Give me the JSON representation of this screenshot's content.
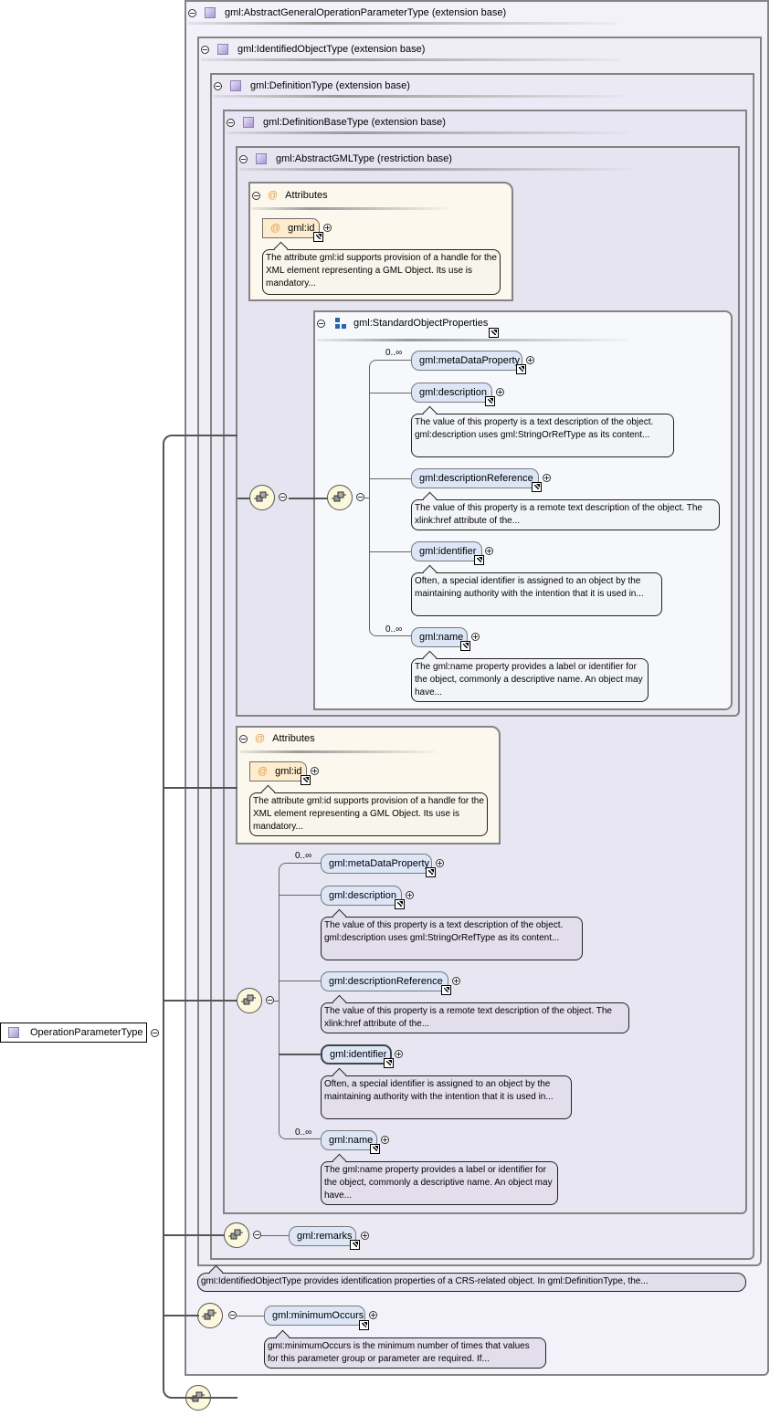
{
  "root": {
    "label": "OperationParameterType"
  },
  "frames": [
    {
      "label": "gml:AbstractGeneralOperationParameterType (extension base)"
    },
    {
      "label": "gml:IdentifiedObjectType (extension base)"
    },
    {
      "label": "gml:DefinitionType (extension base)"
    },
    {
      "label": "gml:DefinitionBaseType (extension base)"
    },
    {
      "label": "gml:AbstractGMLType (restriction base)"
    }
  ],
  "attributes_inner": {
    "title": "Attributes",
    "attr": "gml:id",
    "note": "The attribute gml:id supports provision of a handle for the XML element representing a GML Object. Its use is mandatory..."
  },
  "group": {
    "title": "gml:StandardObjectProperties",
    "items": [
      {
        "name": "gml:metaDataProperty",
        "occurs": "0..∞",
        "note": ""
      },
      {
        "name": "gml:description",
        "occurs": "",
        "note": "The value of this property is a text description of the object. gml:description uses gml:StringOrRefType as its content..."
      },
      {
        "name": "gml:descriptionReference",
        "occurs": "",
        "note": "The value of this property is a remote text description of the object. The xlink:href attribute of the..."
      },
      {
        "name": "gml:identifier",
        "occurs": "",
        "note": "Often, a special identifier is assigned to an object by the maintaining authority with the intention that it is used in..."
      },
      {
        "name": "gml:name",
        "occurs": "0..∞",
        "note": "The gml:name property provides a label or identifier for the object, commonly a descriptive name. An object may have..."
      }
    ]
  },
  "attributes_outer": {
    "title": "Attributes",
    "attr": "gml:id",
    "note": "The attribute gml:id supports provision of a handle for the XML element representing a GML Object. Its use is mandatory..."
  },
  "seq2": {
    "items": [
      {
        "name": "gml:metaDataProperty",
        "occurs": "0..∞",
        "note": ""
      },
      {
        "name": "gml:description",
        "occurs": "",
        "note": "The value of this property is a text description of the object. gml:description uses gml:StringOrRefType as its content..."
      },
      {
        "name": "gml:descriptionReference",
        "occurs": "",
        "note": "The value of this property is a remote text description of the object. The xlink:href attribute of the..."
      },
      {
        "name": "gml:identifier",
        "occurs": "",
        "note": "Often, a special identifier is assigned to an object by the maintaining authority with the intention that it is used in..."
      },
      {
        "name": "gml:name",
        "occurs": "0..∞",
        "note": "The gml:name property provides a label or identifier for the object, commonly a descriptive name. An object may have..."
      }
    ]
  },
  "remarks": {
    "name": "gml:remarks"
  },
  "identified_note": "gml:IdentifiedObjectType provides identification properties of a CRS-related object. In gml:DefinitionType, the...",
  "minimumOccurs": {
    "name": "gml:minimumOccurs",
    "note": "gml:minimumOccurs is the minimum number of times that values for this parameter group or parameter are required. If..."
  }
}
